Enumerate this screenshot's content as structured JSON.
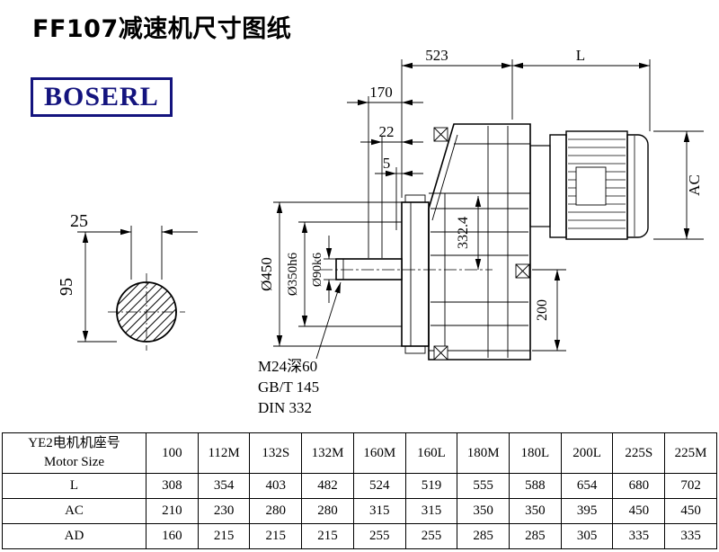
{
  "page": {
    "title": "FF107减速机尺寸图纸",
    "logo": "BOSERL"
  },
  "colors": {
    "logo_navy": "#14147e",
    "line_black": "#000000"
  },
  "drawing": {
    "side_view": {
      "width": "25",
      "height": "95"
    },
    "dims": {
      "overall_width": "523",
      "motor_length": "L",
      "dim_170": "170",
      "dim_22": "22",
      "dim_5": "5",
      "motor_diameter": "AC",
      "flange_diameter": "Ø450",
      "spigot_diameter": "Ø350h6",
      "shaft_diameter": "Ø90k6",
      "center_height": "332.4",
      "base_height": "200"
    },
    "notes": [
      "M24深60",
      "GB/T 145",
      "DIN 332"
    ]
  },
  "table": {
    "header_cn": "YE2电机机座号",
    "header_en": "Motor Size",
    "columns": [
      "100",
      "112M",
      "132S",
      "132M",
      "160M",
      "160L",
      "180M",
      "180L",
      "200L",
      "225S",
      "225M"
    ],
    "rows": [
      {
        "label": "L",
        "values": [
          "308",
          "354",
          "403",
          "482",
          "524",
          "519",
          "555",
          "588",
          "654",
          "680",
          "702"
        ]
      },
      {
        "label": "AC",
        "values": [
          "210",
          "230",
          "280",
          "280",
          "315",
          "315",
          "350",
          "350",
          "395",
          "450",
          "450"
        ]
      },
      {
        "label": "AD",
        "values": [
          "160",
          "215",
          "215",
          "215",
          "255",
          "255",
          "285",
          "285",
          "305",
          "335",
          "335"
        ]
      }
    ]
  }
}
